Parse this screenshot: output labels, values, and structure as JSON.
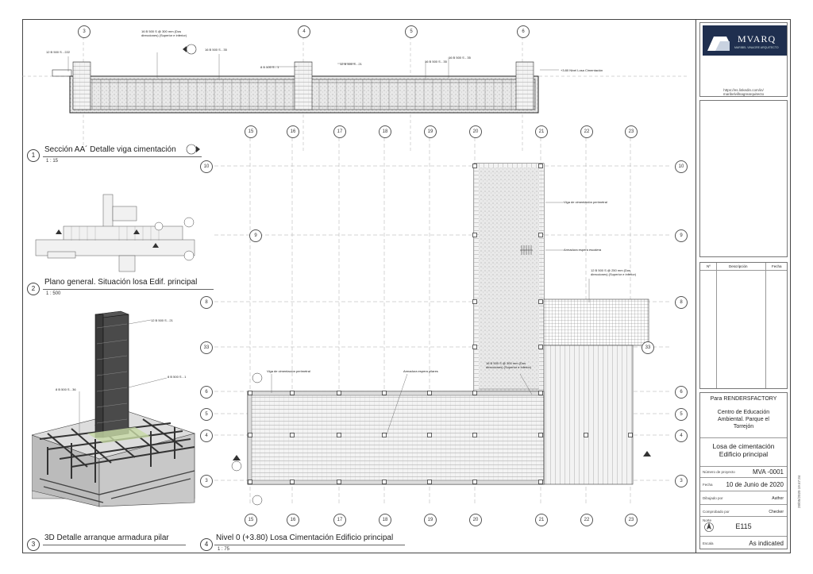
{
  "sheet": {
    "company_url": "https://es.linkedin.com/in/maribelvillnagrearquitecto",
    "company_url_line1": "https://es.linkedin.com/in/",
    "company_url_line2": "maribelvillnagrearquitecto",
    "logo_text": "MVARQ",
    "logo_sub": "MARIBEL VINAGRE ARQUITECTO",
    "client": "Para RENDERSFACTORY",
    "project": "Centro de Educación Ambiental. Parque el Torrejón",
    "project_line1": "Centro de Educación",
    "project_line2": "Ambiental. Parque el",
    "project_line3": "Torrejón",
    "drawing_title_line1": "Losa de cimentación",
    "drawing_title_line2": "Edificio principal",
    "revisions_headers": [
      "Nº",
      "Descripción",
      "Fecha"
    ],
    "fields": {
      "project_number_label": "Número de proyecto",
      "project_number": "MVA -0001",
      "date_label": "Fecha",
      "date": "10 de Junio de 2020",
      "drawn_by_label": "Dibujado por",
      "drawn_by": "Author",
      "checked_by_label": "Comprobado por",
      "checked_by": "Checker",
      "north_label": "Norte",
      "sheet_number": "E115",
      "scale_label": "Escala",
      "scale": "As indicated"
    },
    "timestamp": "28/05/2020 19:47:34"
  },
  "views": [
    {
      "num": "1",
      "title": "Sección AA´ Detalle viga cimentación",
      "scale": "1 : 15"
    },
    {
      "num": "2",
      "title": "Plano general. Situación losa Edif. principal",
      "scale": "1 : 500"
    },
    {
      "num": "3",
      "title": "3D Detalle arranque armadura pilar",
      "scale": ""
    },
    {
      "num": "4",
      "title": "Nivel 0 (+3.80) Losa Cimentación Edificio principal",
      "scale": "1 : 75"
    }
  ],
  "section_grid": [
    "3",
    "4",
    "5",
    "6"
  ],
  "plan_grid_top": [
    "15",
    "16",
    "17",
    "18",
    "19",
    "20",
    "21",
    "22",
    "23"
  ],
  "plan_grid_side": [
    "10",
    "9",
    "8",
    "33",
    "6",
    "5",
    "4",
    "3"
  ],
  "annotations": {
    "sec_a": "16 B 500 S @ 300 mm (Dos direcciones) (Superior e inferior)",
    "sec_b": "16 B 500 S - 35",
    "sec_c": "12 B 500 S - 222",
    "sec_d": "8 B 500 S - 1",
    "sec_e": "12 B 500 S - 21",
    "sec_f": "16 B 500 S - 35",
    "sec_g": "16 B 500 S - 35",
    "sec_level": "+3.80  Nivel Losa Cimentación",
    "p1": "Viga de cimentación perimetral",
    "p2": "Armadura espera escalera",
    "p3": "12 B 500 S @ 250 mm (Dos direcciones) (Superior e inferior)",
    "p4": "Viga de cimentación perimetral",
    "p5": "Armadura espera pilares",
    "p6": "16 B 500 S @ 300 mm (Dos direcciones) (Superior e inferior)",
    "d3a": "12 B 500 S - 21",
    "d3b": "8 B 500 S - 1",
    "d3c": "8 B 500 S - 36"
  }
}
